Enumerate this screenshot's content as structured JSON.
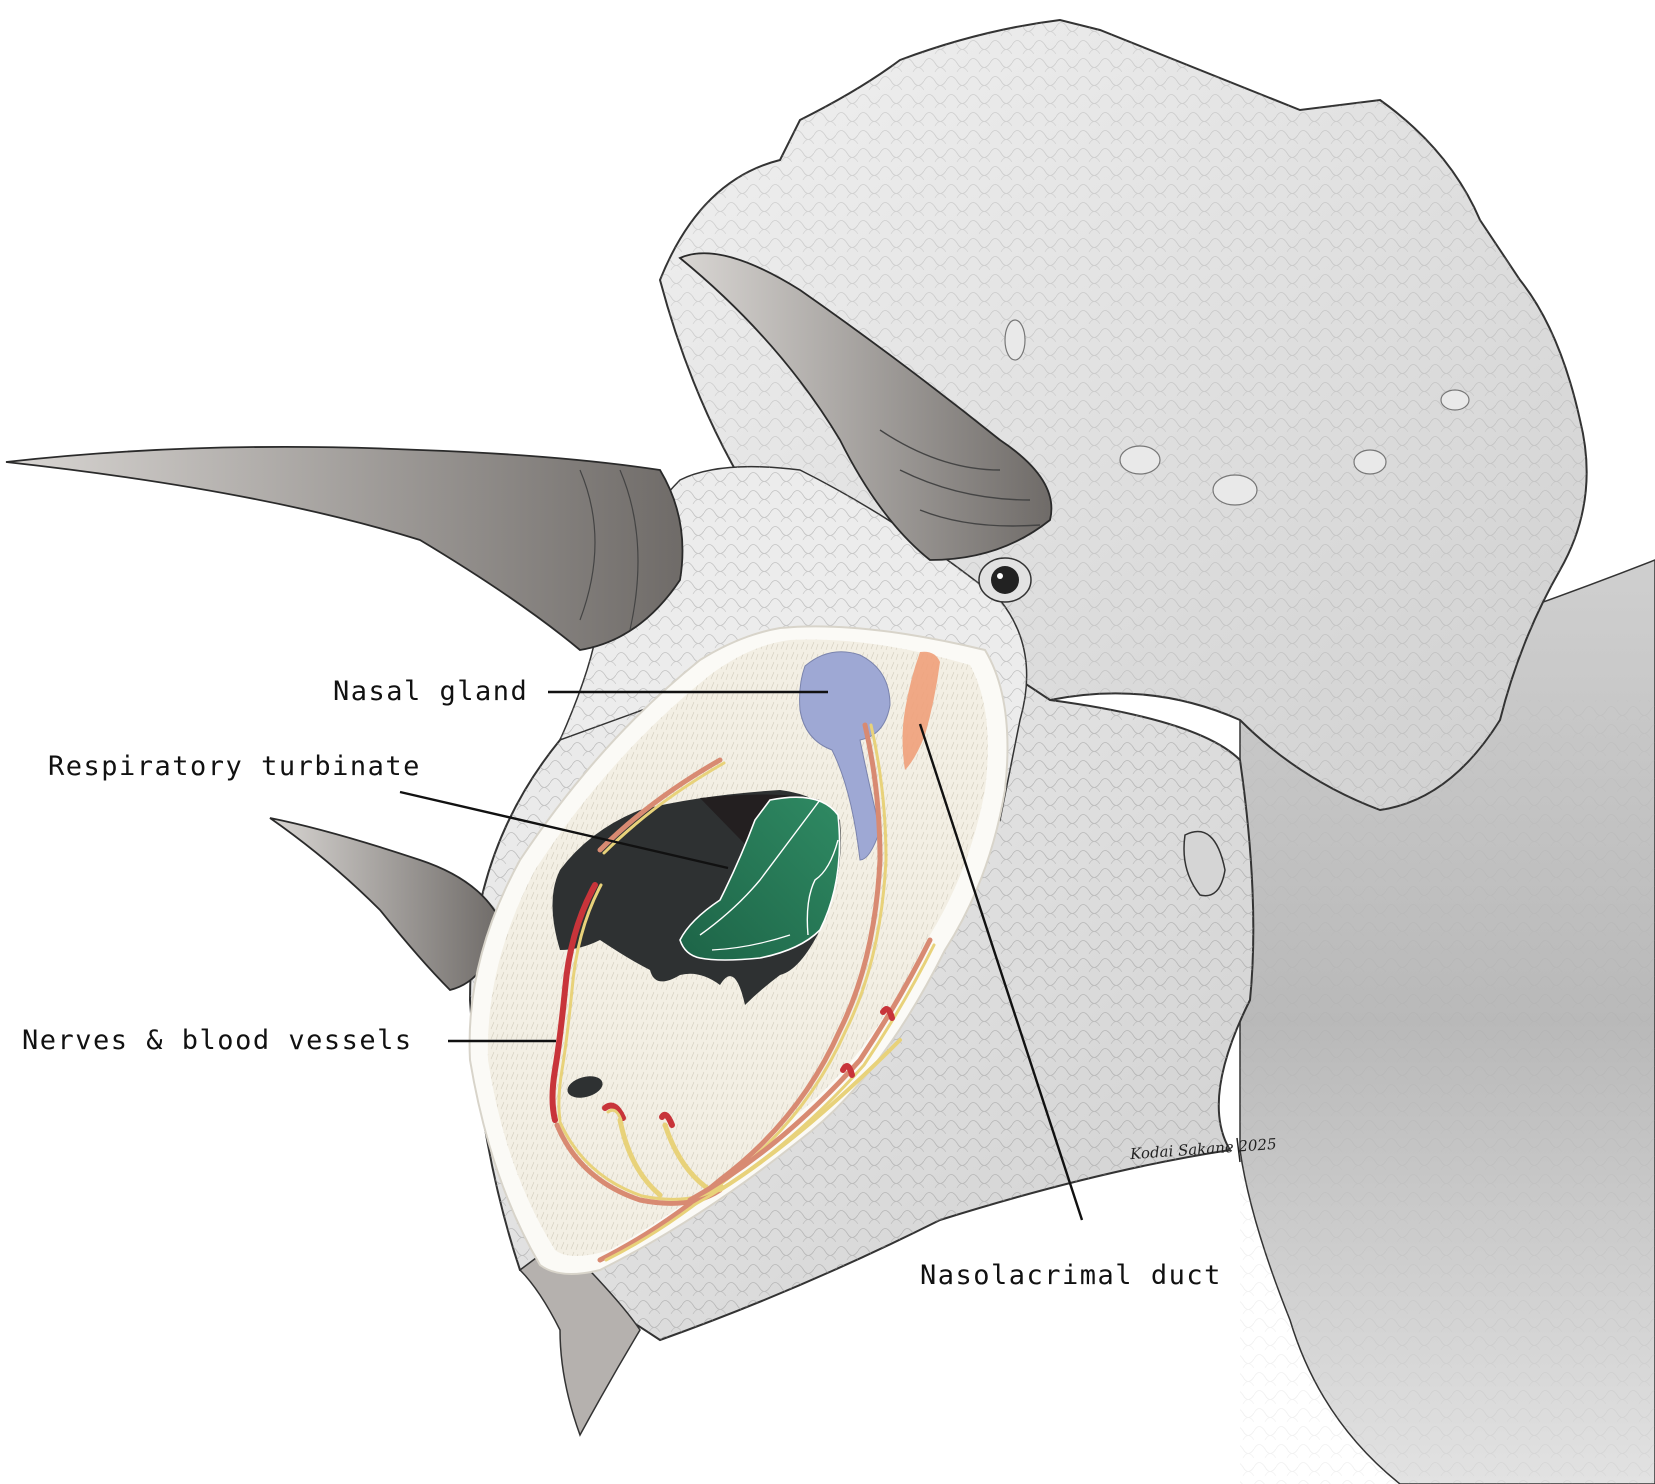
{
  "figure": {
    "subject": "Triceratops head with cutaway of nasal region",
    "signature": "Kodai Sakane 2025",
    "colors": {
      "background": "#ffffff",
      "skin": "#e6e6e6",
      "skin_shadow": "#bdbdbd",
      "horn": "#8c8885",
      "cutaway_bone": "#f3efe4",
      "cutaway_rim": "#fbfaf6",
      "nasal_cavity": "#2e3132",
      "turbinate": "#1f6b4a",
      "turbinate_light": "#2c8560",
      "nasal_gland": "#9ea8d4",
      "nasolacrimal_duct": "#f0a07a",
      "nerve": "#e8d27a",
      "blood_vessel": "#d88a72",
      "artery": "#c8343a",
      "leader_line": "#111111"
    }
  },
  "labels": [
    {
      "id": "nasal-gland",
      "text": "Nasal gland"
    },
    {
      "id": "respiratory-turbinate",
      "text": "Respiratory turbinate"
    },
    {
      "id": "nerves-blood-vessels",
      "text": "Nerves & blood vessels"
    },
    {
      "id": "nasolacrimal-duct",
      "text": "Nasolacrimal duct"
    }
  ]
}
